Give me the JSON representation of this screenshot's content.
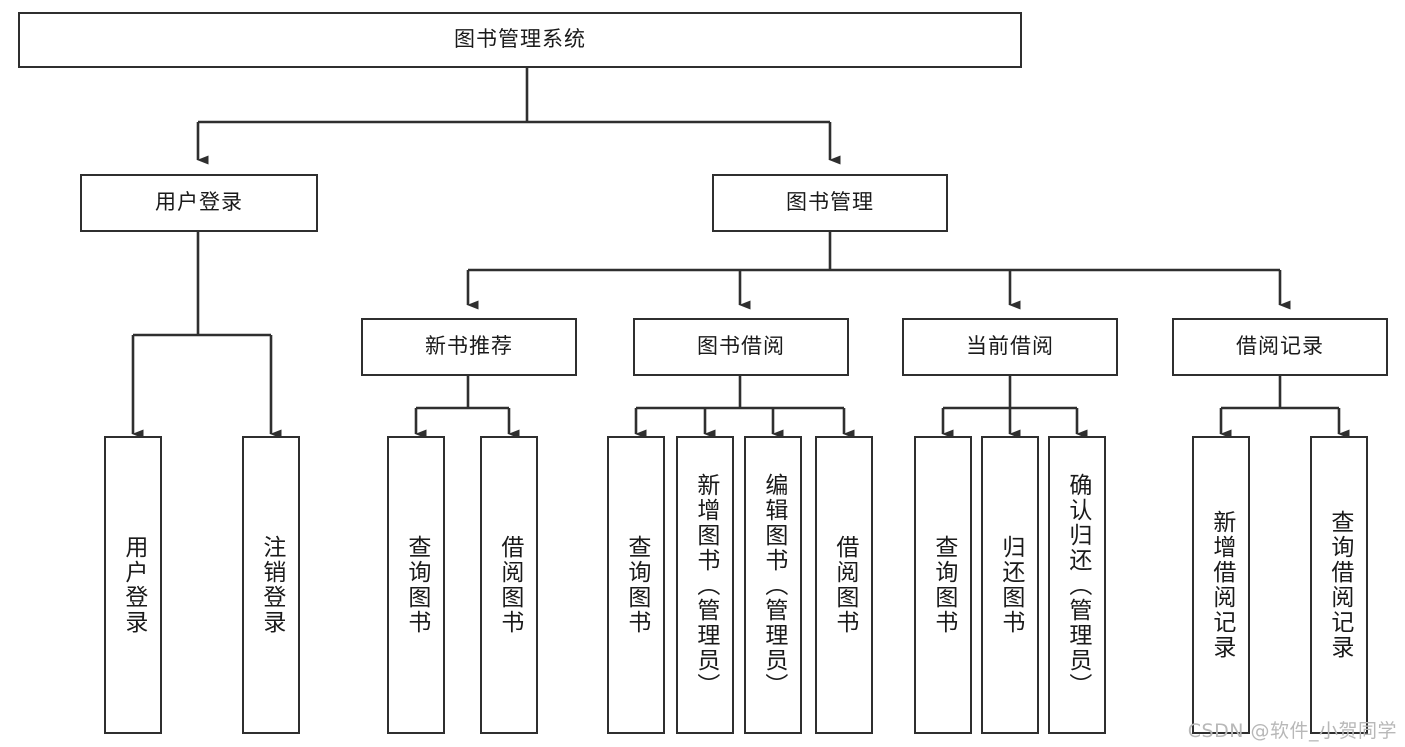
{
  "diagram": {
    "title": "图书管理系统",
    "root": {
      "id": "root",
      "label": "图书管理系统"
    },
    "level2": [
      {
        "id": "user-login",
        "label": "用户登录"
      },
      {
        "id": "book-manage",
        "label": "图书管理"
      }
    ],
    "level3": [
      {
        "id": "new-book-recommend",
        "label": "新书推荐"
      },
      {
        "id": "book-borrow",
        "label": "图书借阅"
      },
      {
        "id": "current-borrow",
        "label": "当前借阅"
      },
      {
        "id": "borrow-record",
        "label": "借阅记录"
      }
    ],
    "leaves": [
      {
        "id": "leaf-user-login",
        "label": "用户登录"
      },
      {
        "id": "leaf-logout-login",
        "label": "注销登录"
      },
      {
        "id": "leaf-query-book-1",
        "label": "查询图书"
      },
      {
        "id": "leaf-borrow-book-1",
        "label": "借阅图书"
      },
      {
        "id": "leaf-query-book-2",
        "label": "查询图书"
      },
      {
        "id": "leaf-add-book",
        "label": "新增图书（管理员）"
      },
      {
        "id": "leaf-edit-book",
        "label": "编辑图书（管理员）"
      },
      {
        "id": "leaf-borrow-book-2",
        "label": "借阅图书"
      },
      {
        "id": "leaf-query-book-3",
        "label": "查询图书"
      },
      {
        "id": "leaf-return-book",
        "label": "归还图书"
      },
      {
        "id": "leaf-confirm-return",
        "label": "确认归还（管理员）"
      },
      {
        "id": "leaf-add-borrow-record",
        "label": "新增借阅记录"
      },
      {
        "id": "leaf-query-borrow-record",
        "label": "查询借阅记录"
      }
    ],
    "colors": {
      "stroke": "#2f2f2f",
      "background": "#ffffff",
      "text": "#1a1a1a",
      "watermark": "#b8b8b8"
    }
  },
  "watermark": {
    "text": "CSDN @软件_小贺同学"
  }
}
